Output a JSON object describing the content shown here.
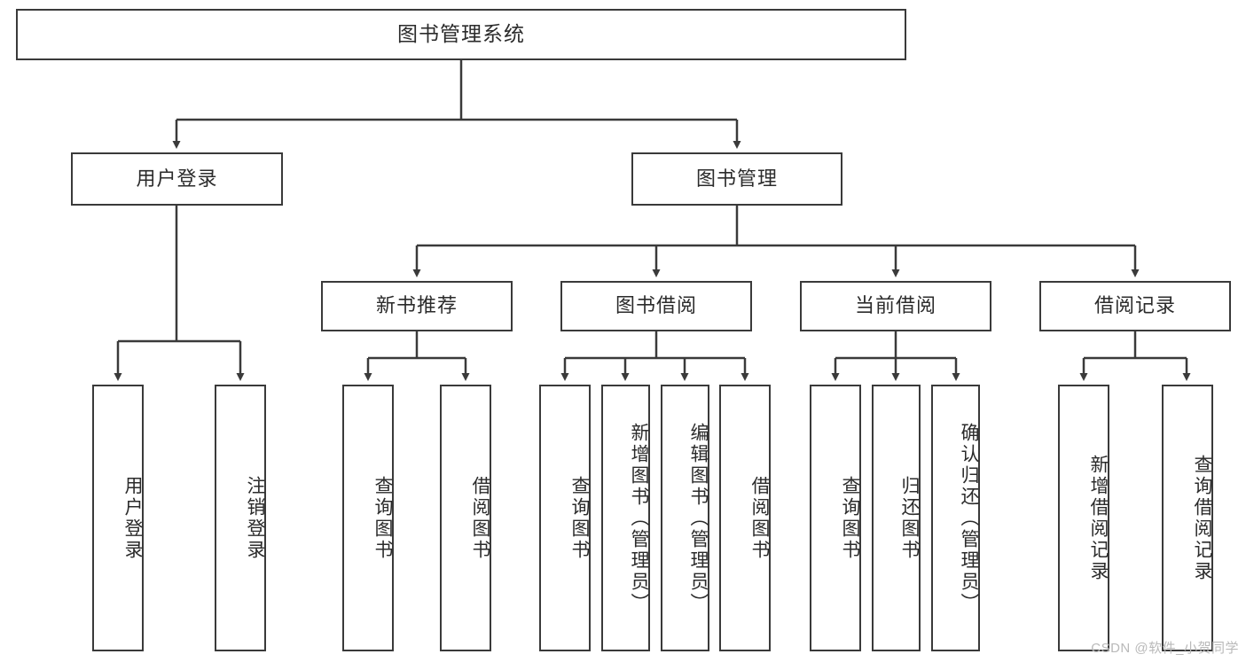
{
  "diagram": {
    "title": "图书管理系统",
    "type": "tree",
    "watermark": "CSDN @软件_小贺同学",
    "colors": {
      "stroke": "#3a3a3a",
      "text": "#2b2b2b",
      "background": "#ffffff",
      "watermark": "#b9b9b9"
    },
    "nodes": {
      "root": {
        "label": "图书管理系统"
      },
      "level2": [
        {
          "label": "用户登录"
        },
        {
          "label": "图书管理"
        }
      ],
      "level3": [
        {
          "label": "新书推荐"
        },
        {
          "label": "图书借阅"
        },
        {
          "label": "当前借阅"
        },
        {
          "label": "借阅记录"
        }
      ],
      "leaves": {
        "user_login": [
          {
            "label": "用户登录"
          },
          {
            "label": "注销登录"
          }
        ],
        "new_book": [
          {
            "label": "查询图书"
          },
          {
            "label": "借阅图书"
          }
        ],
        "borrow": [
          {
            "label": "查询图书"
          },
          {
            "label": "新增图书（管理员）"
          },
          {
            "label": "编辑图书（管理员）"
          },
          {
            "label": "借阅图书"
          }
        ],
        "current": [
          {
            "label": "查询图书"
          },
          {
            "label": "归还图书"
          },
          {
            "label": "确认归还（管理员）"
          }
        ],
        "records": [
          {
            "label": "新增借阅记录"
          },
          {
            "label": "查询借阅记录"
          }
        ]
      }
    }
  }
}
